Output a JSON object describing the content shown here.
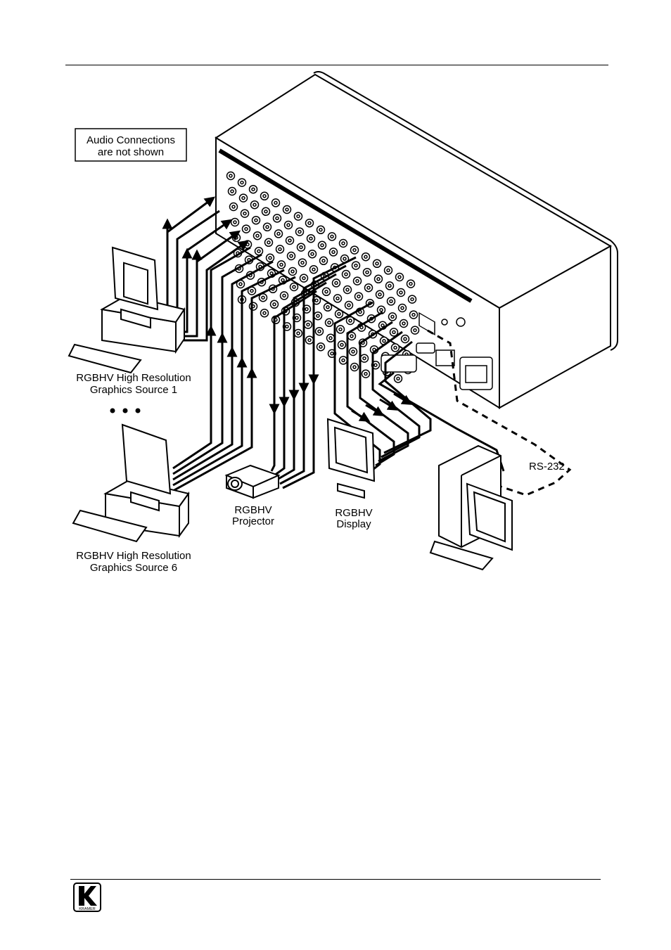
{
  "note_box": {
    "line1": "Audio Connections",
    "line2": "are not shown"
  },
  "source1": {
    "line1": "RGBHV High Resolution",
    "line2": "Graphics Source 1"
  },
  "source6": {
    "line1": "RGBHV High Resolution",
    "line2": "Graphics Source 6"
  },
  "projector": {
    "line1": "RGBHV",
    "line2": "Projector"
  },
  "display": {
    "line1": "RGBHV",
    "line2": "Display"
  },
  "rs232_label": "RS-232",
  "logo_text": "KRAMER"
}
